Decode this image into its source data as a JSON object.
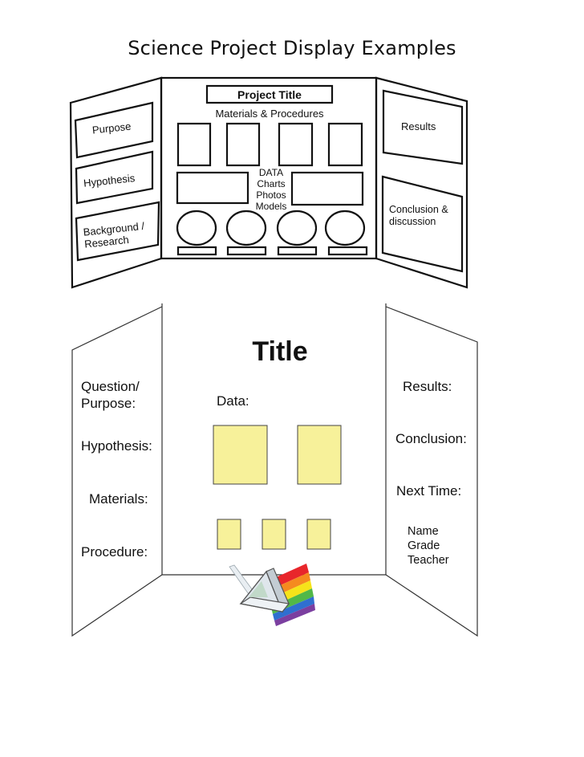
{
  "page": {
    "title": "Science Project Display Examples"
  },
  "board1": {
    "title": "Project Title",
    "materials": "Materials & Procedures",
    "left_labels": [
      "Purpose",
      "Hypothesis",
      "Background /",
      "Research"
    ],
    "data_lines": [
      "DATA",
      "Charts",
      "Photos",
      "Models"
    ],
    "right_labels": [
      "Results",
      "Conclusion &",
      "discussion"
    ]
  },
  "board2": {
    "title": "Title",
    "data_label": "Data:",
    "left_labels": [
      "Question/",
      "Purpose:",
      "Hypothesis:",
      "Materials:",
      "Procedure:"
    ],
    "right_labels": [
      "Results:",
      "Conclusion:",
      "Next Time:"
    ],
    "info_lines": [
      "Name",
      "Grade",
      "Teacher"
    ],
    "colors": {
      "box_fill": "#f7f19a",
      "prism_red": "#e8262b",
      "prism_orange": "#f58a1f",
      "prism_yellow": "#f6e31a",
      "prism_green": "#52b848",
      "prism_blue": "#2f6fd0",
      "prism_violet": "#7b3fa0"
    },
    "prism_icon": "prism-rainbow-icon"
  }
}
